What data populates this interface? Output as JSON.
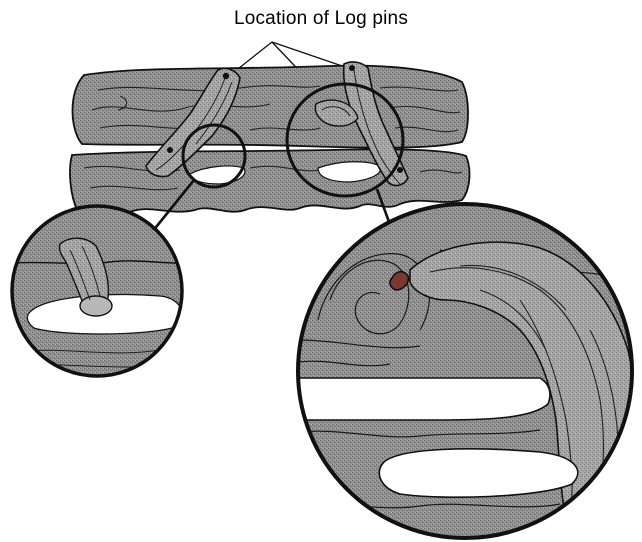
{
  "title": "Location of Log pins",
  "colors": {
    "log_fill": "#8c8c8c",
    "log_dark": "#5c5c5c",
    "outline": "#111111",
    "grain": "#2a2a2a",
    "highlight": "#ffffff",
    "pin": "#1a1a1a",
    "pin_accent": "#7a3b2e"
  },
  "parts": {
    "upper_log": "log",
    "lower_log": "log",
    "left_branch": "branch",
    "right_branch": "branch",
    "left_callout": "magnified-view",
    "right_callout": "magnified-view"
  }
}
